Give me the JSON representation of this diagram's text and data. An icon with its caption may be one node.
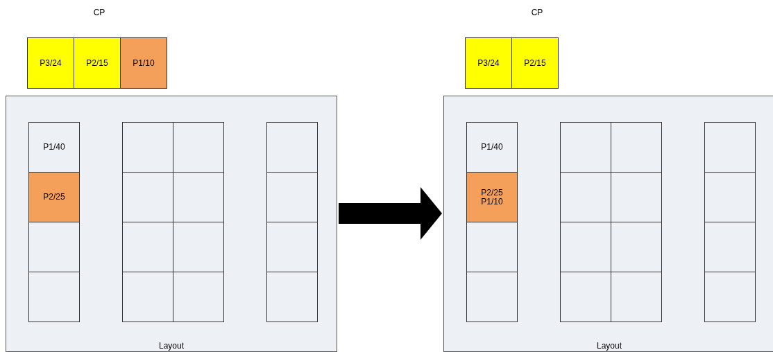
{
  "diagram": {
    "nodes": [
      {
        "text": [
          "P3/24"
        ]
      },
      {
        "text": [
          "P2/15"
        ]
      },
      {
        "text": [
          "P1/10"
        ]
      },
      {
        "text": [
          "Layout"
        ]
      },
      {
        "text": [
          "P1/40"
        ],
        "in": 3
      },
      {
        "text": [],
        "shape": "box",
        "in": 3
      },
      {
        "text": [],
        "shape": "box",
        "in": 3
      },
      {
        "text": [],
        "shape": "box",
        "in": 3
      },
      {
        "text": [
          "P2/25"
        ],
        "in": 3
      },
      {
        "text": [],
        "shape": "box",
        "in": 3
      },
      {
        "text": [],
        "shape": "box",
        "in": 3
      },
      {
        "text": [],
        "shape": "box",
        "in": 3
      },
      {
        "text": [],
        "shape": "box",
        "in": 3
      },
      {
        "text": [],
        "shape": "box",
        "in": 3
      },
      {
        "text": [],
        "shape": "box",
        "in": 3
      },
      {
        "text": [],
        "shape": "box",
        "in": 3
      },
      {
        "text": [],
        "shape": "box",
        "in": 3
      },
      {
        "text": [],
        "shape": "box",
        "in": 3
      },
      {
        "text": [],
        "shape": "box",
        "in": 3
      },
      {
        "text": [],
        "shape": "box",
        "in": 3
      },
      {
        "text": [
          "P3/24"
        ]
      },
      {
        "text": [
          "P2/15"
        ]
      },
      {
        "text": [
          "Layout"
        ]
      },
      {
        "text": [
          "P1/40"
        ],
        "in": 22
      },
      {
        "text": [],
        "shape": "box",
        "in": 22
      },
      {
        "text": [],
        "shape": "box",
        "in": 22
      },
      {
        "text": [],
        "shape": "box",
        "in": 22
      },
      {
        "text": [
          "P2/25",
          "P1/10"
        ],
        "in": 22
      },
      {
        "text": [],
        "shape": "box",
        "in": 22
      },
      {
        "text": [],
        "shape": "box",
        "in": 22
      },
      {
        "text": [],
        "shape": "box",
        "in": 22
      },
      {
        "text": [],
        "shape": "box",
        "in": 22
      },
      {
        "text": [],
        "shape": "box",
        "in": 22
      },
      {
        "text": [],
        "shape": "box",
        "in": 22
      },
      {
        "text": [],
        "shape": "box",
        "in": 22
      },
      {
        "text": [],
        "shape": "box",
        "in": 22
      },
      {
        "text": [],
        "shape": "box",
        "in": 22
      },
      {
        "text": [],
        "shape": "box",
        "in": 22
      },
      {
        "text": [],
        "shape": "box",
        "in": 22
      }
    ],
    "edges": [
      {
        "from": 3,
        "to": 22,
        "arrow": "to"
      }
    ],
    "labels": [
      "CP",
      "CP"
    ]
  }
}
